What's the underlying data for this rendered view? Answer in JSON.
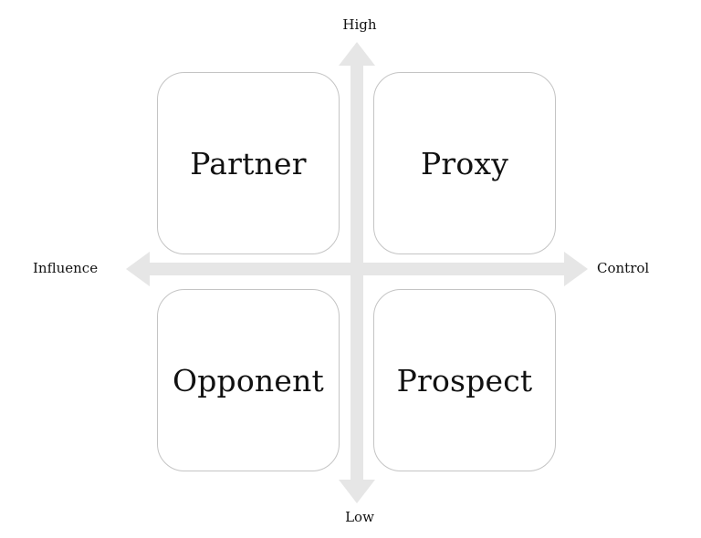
{
  "diagram": {
    "axis_labels": {
      "top": "High",
      "bottom": "Low",
      "left": "Influence",
      "right": "Control"
    },
    "quadrants": {
      "top_left": "Partner",
      "top_right": "Proxy",
      "bottom_left": "Opponent",
      "bottom_right": "Prospect"
    },
    "colors": {
      "axis": "#e6e6e6",
      "box_border": "#c4c4c4",
      "text": "#111111"
    }
  }
}
